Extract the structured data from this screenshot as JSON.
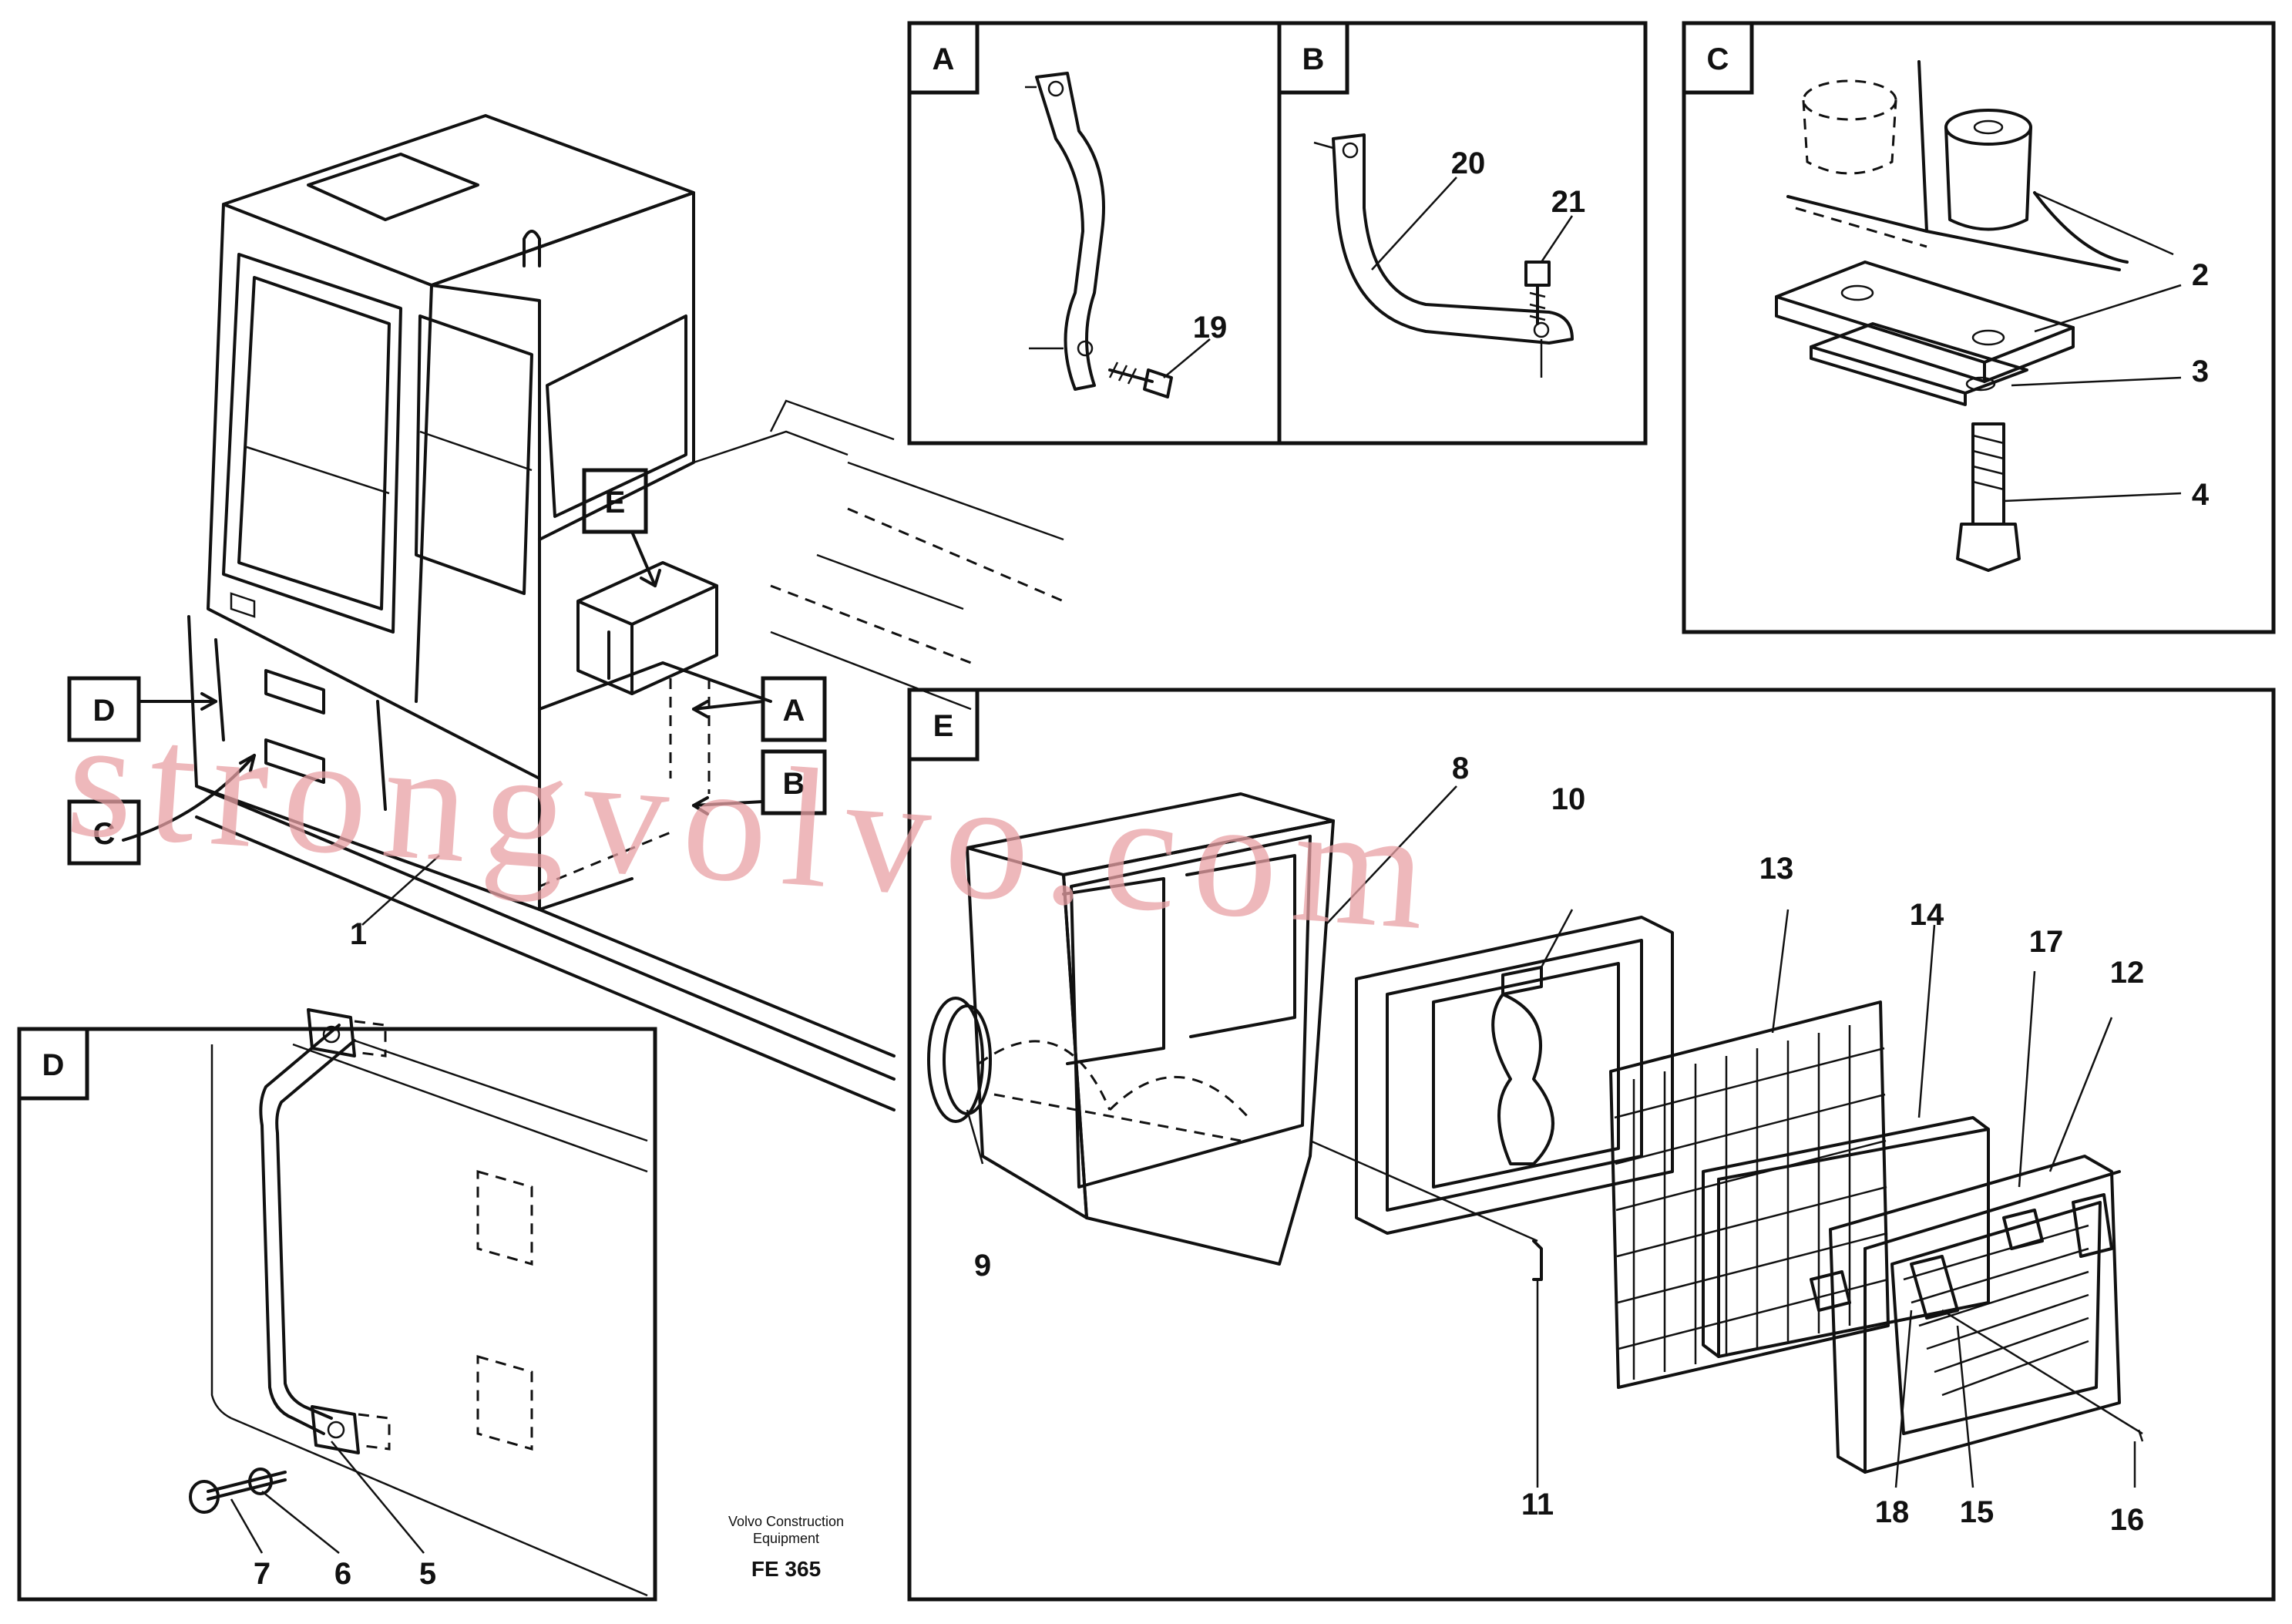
{
  "panels": {
    "A": "A",
    "B": "B",
    "C": "C",
    "D": "D",
    "E": "E"
  },
  "main_view": {
    "label_E": "E",
    "label_A": "A",
    "label_B": "B",
    "label_D": "D",
    "label_C": "C",
    "part_1": "1"
  },
  "callouts": {
    "p2": "2",
    "p3": "3",
    "p4": "4",
    "p5": "5",
    "p6": "6",
    "p7": "7",
    "p8": "8",
    "p9": "9",
    "p10": "10",
    "p11": "11",
    "p12": "12",
    "p13": "13",
    "p14": "14",
    "p15": "15",
    "p16": "16",
    "p17": "17",
    "p18": "18",
    "p19": "19",
    "p20": "20",
    "p21": "21"
  },
  "footer": {
    "company_line1": "Volvo Construction",
    "company_line2": "Equipment",
    "drawing_code": "FE 365"
  },
  "watermark": "strongvolvo.com"
}
